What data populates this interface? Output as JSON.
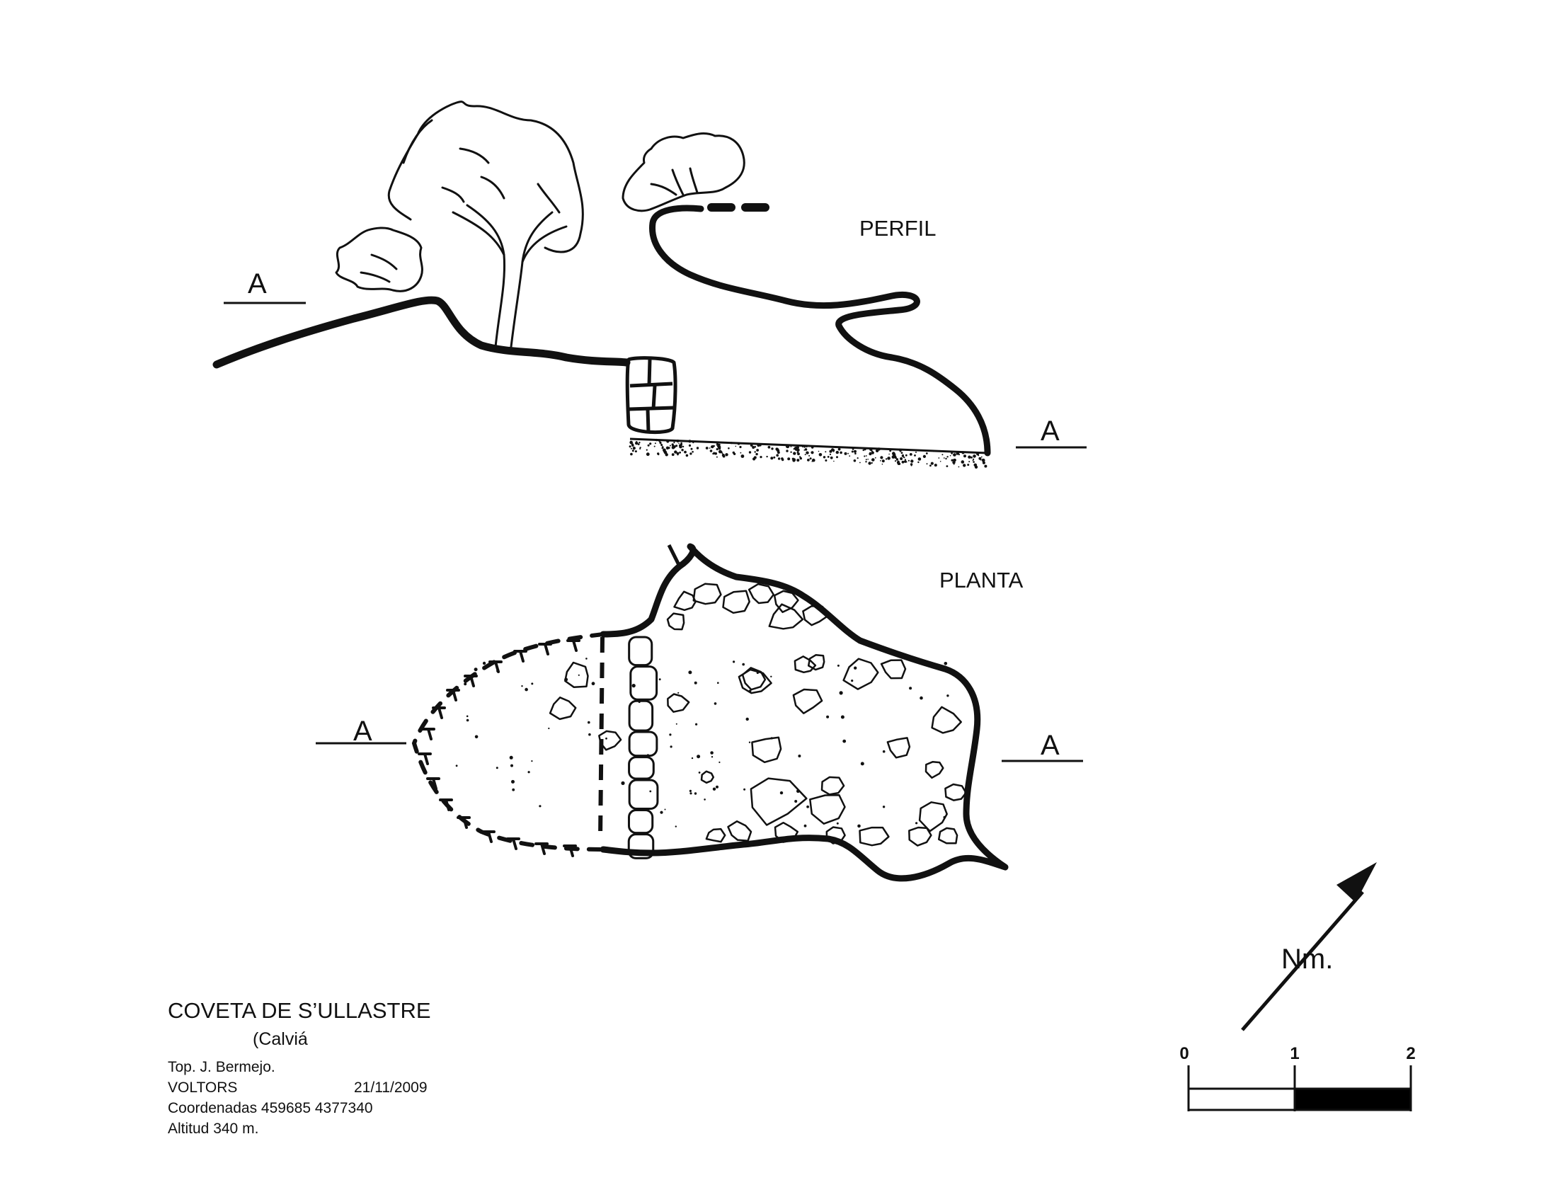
{
  "labels": {
    "section_a": "A",
    "profile": "PERFIL",
    "plan": "PLANTA",
    "north": "Nm."
  },
  "scale_bar": {
    "ticks": [
      "0",
      "1",
      "2"
    ],
    "fill_colors": [
      "#ffffff",
      "#000000"
    ]
  },
  "info": {
    "title": "COVETA DE S’ULLASTRE",
    "location": "(Calviá",
    "surveyor": "Top. J. Bermejo.",
    "group": "VOLTORS",
    "date": "21/11/2009",
    "coordinates": "Coordenadas 459685 4377340",
    "altitude": "Altitud 340 m."
  },
  "colors": {
    "ink": "#111111",
    "paper": "#ffffff"
  }
}
